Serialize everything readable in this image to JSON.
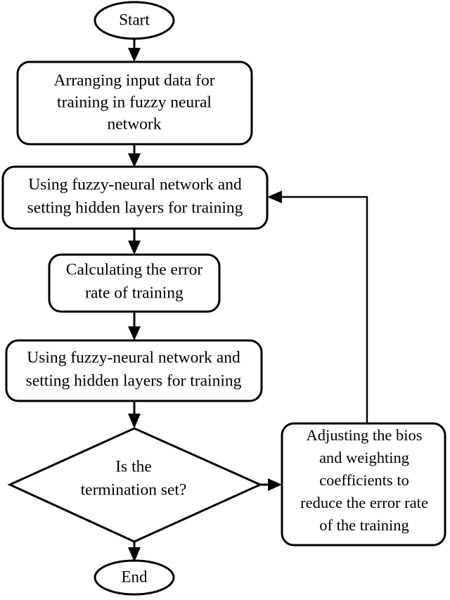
{
  "diagram": {
    "title": "Fuzzy-neural network training flowchart",
    "type": "flowchart",
    "background_color": "#ffffff",
    "stroke_color": "#000000",
    "text_color": "#000000"
  },
  "nodes": {
    "start": {
      "label": "Start",
      "shape": "ellipse"
    },
    "arranging": {
      "shape": "rounded-rectangle",
      "lines": [
        "Arranging input data for",
        "training in fuzzy neural",
        "network"
      ]
    },
    "using_first": {
      "shape": "rounded-rectangle",
      "lines": [
        "Using fuzzy-neural network and",
        "setting hidden layers for training"
      ]
    },
    "calculating": {
      "shape": "rounded-rectangle",
      "lines": [
        "Calculating the error",
        "rate of training"
      ]
    },
    "using_second": {
      "shape": "rounded-rectangle",
      "lines": [
        "Using fuzzy-neural network and",
        "setting hidden layers for training"
      ]
    },
    "decision": {
      "shape": "diamond",
      "lines": [
        "Is the",
        "termination set?"
      ]
    },
    "adjusting": {
      "shape": "rounded-rectangle",
      "lines": [
        "Adjusting the bios",
        "and weighting",
        "coefficients to",
        "reduce the error rate",
        "of the training"
      ]
    },
    "end": {
      "label": "End",
      "shape": "ellipse"
    }
  },
  "edges": [
    {
      "name": "start-to-arranging",
      "from": "start",
      "to": "arranging",
      "label": ""
    },
    {
      "name": "arranging-to-using-first",
      "from": "arranging",
      "to": "using_first",
      "label": ""
    },
    {
      "name": "using-first-to-calculating",
      "from": "using_first",
      "to": "calculating",
      "label": ""
    },
    {
      "name": "calculating-to-using-second",
      "from": "calculating",
      "to": "using_second",
      "label": ""
    },
    {
      "name": "using-second-to-decision",
      "from": "using_second",
      "to": "decision",
      "label": ""
    },
    {
      "name": "decision-to-adjusting",
      "from": "decision",
      "to": "adjusting",
      "label": ""
    },
    {
      "name": "decision-to-end",
      "from": "decision",
      "to": "end",
      "label": ""
    },
    {
      "name": "adjusting-feedback-to-using-first",
      "from": "adjusting",
      "to": "using_first",
      "label": ""
    }
  ]
}
